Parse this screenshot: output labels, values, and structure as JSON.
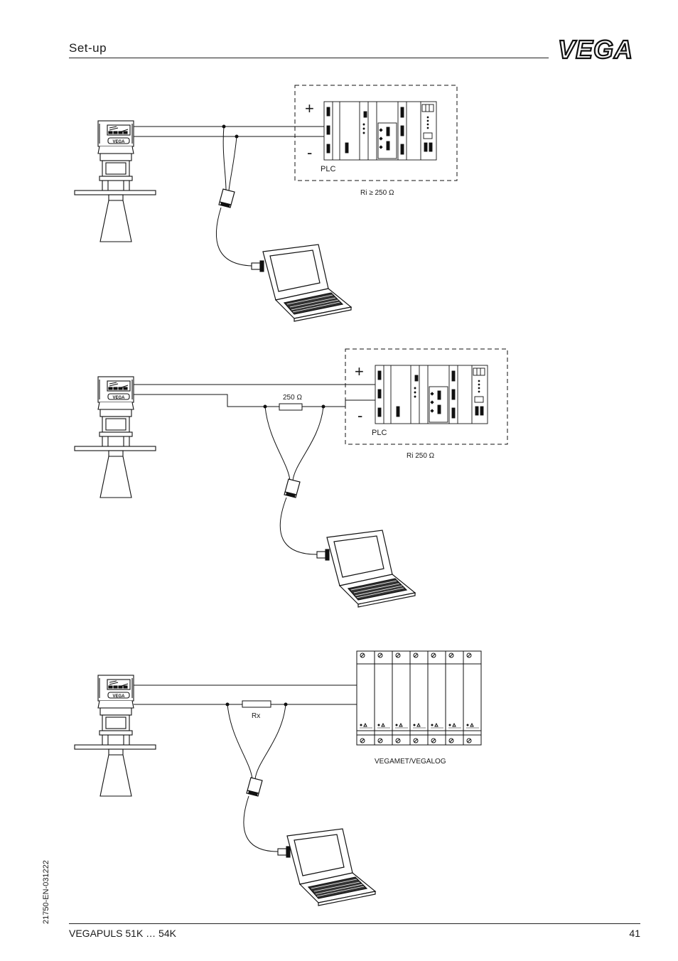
{
  "header": {
    "title": "Set-up",
    "logo_text": "VEGA"
  },
  "figure1": {
    "plus": "+",
    "minus": "-",
    "plc_label": "PLC",
    "ri_label": "Ri ≥ 250 Ω"
  },
  "figure2": {
    "plus": "+",
    "minus": "-",
    "plc_label": "PLC",
    "resistor_label": "250 Ω",
    "ri_label": "Ri    250 Ω"
  },
  "figure3": {
    "resistor_label": "Rx",
    "controller_label": "VEGAMET/VEGALOG"
  },
  "footer": {
    "product": "VEGAPULS 51K … 54K",
    "page_number": "41",
    "doc_number": "21750-EN-031222"
  }
}
